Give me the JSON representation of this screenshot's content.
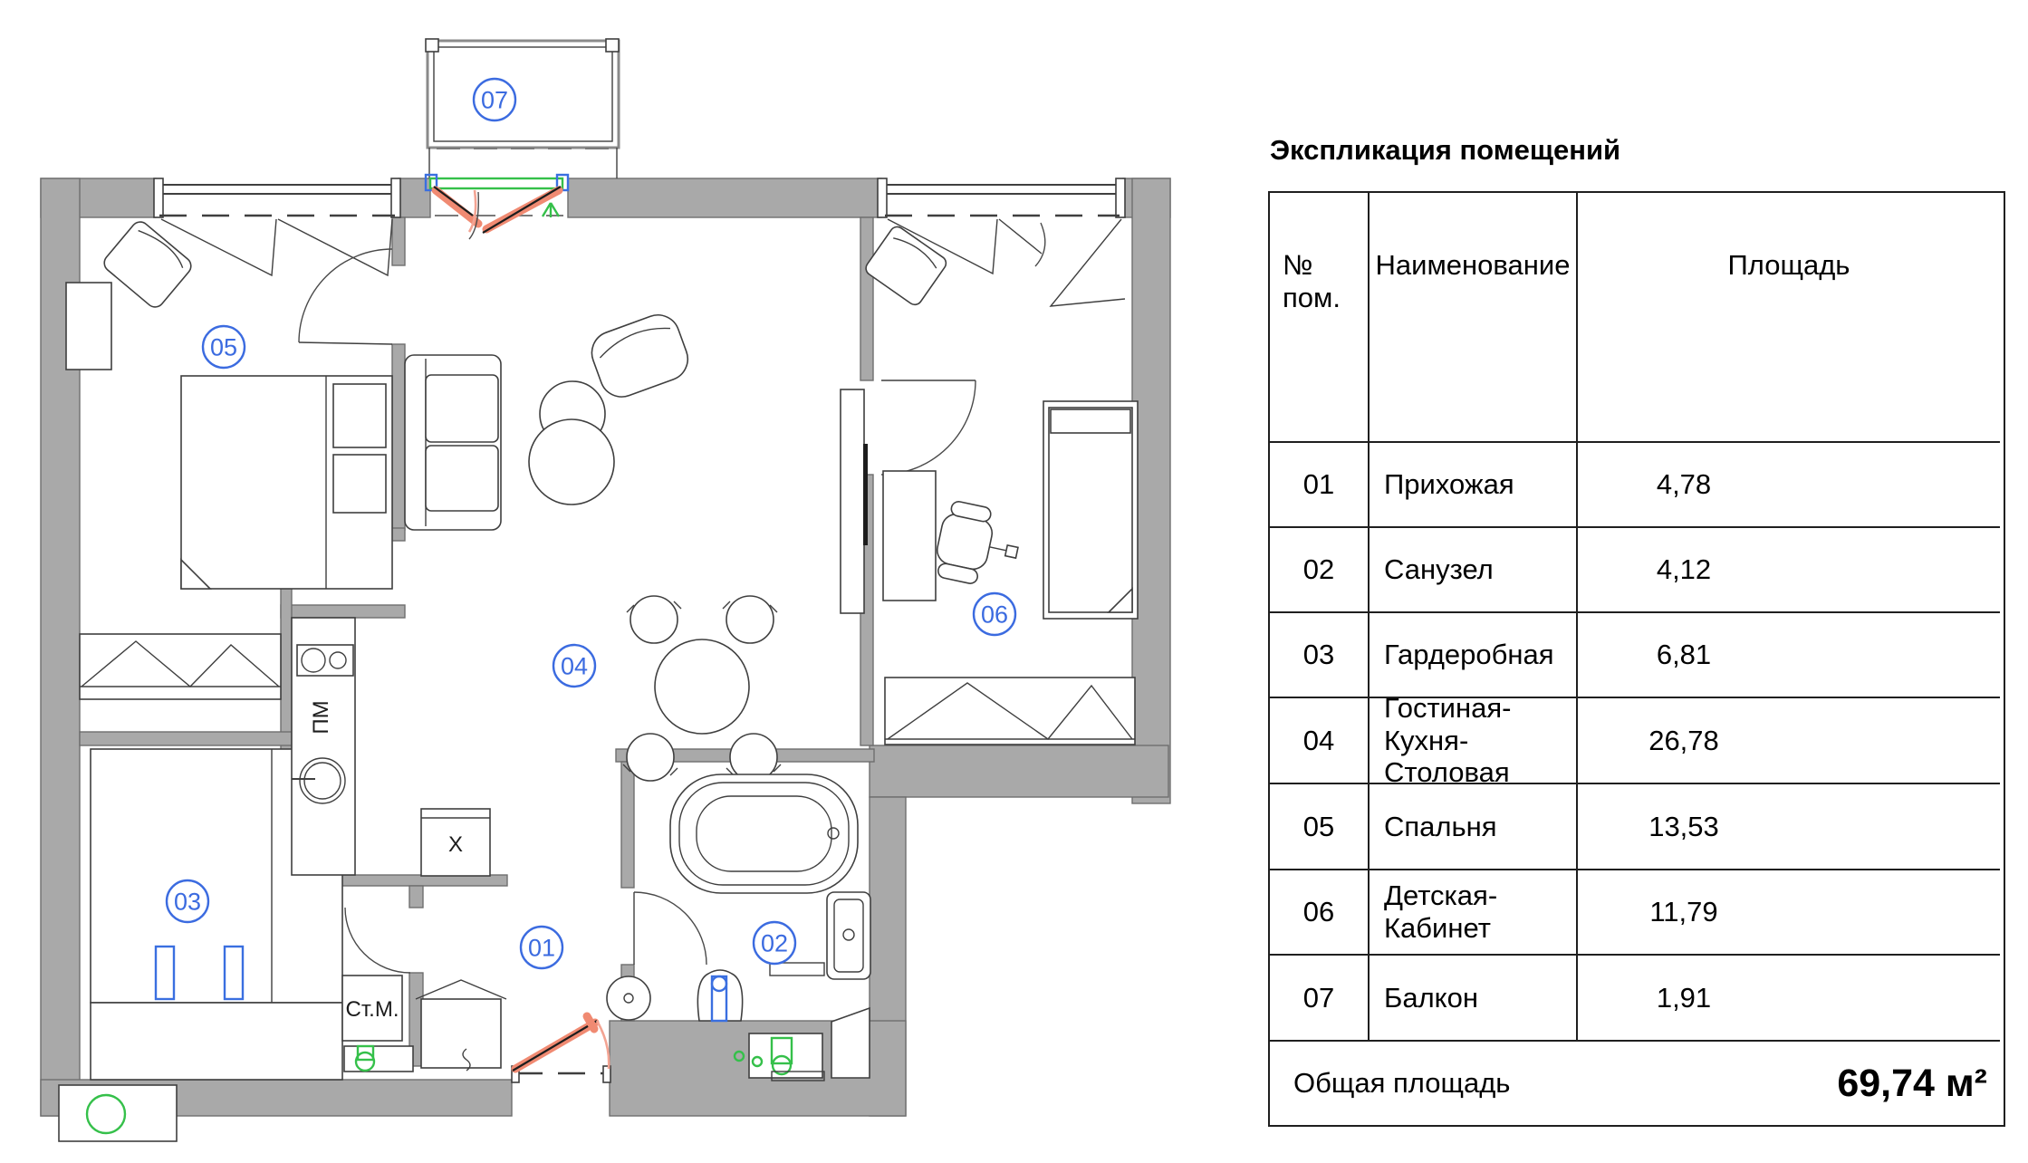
{
  "title": "Экспликация помещений",
  "plan": {
    "rooms": [
      {
        "num": "01",
        "name": "Прихожая"
      },
      {
        "num": "02",
        "name": "Санузел"
      },
      {
        "num": "03",
        "name": "Гардеробная"
      },
      {
        "num": "04",
        "name": "Гостиная-Кухня-Столовая"
      },
      {
        "num": "05",
        "name": "Спальня"
      },
      {
        "num": "06",
        "name": "Детская-Кабинет"
      },
      {
        "num": "07",
        "name": "Балкон"
      }
    ],
    "labels": {
      "dishwasher": "ПМ",
      "hob": "X",
      "washing_machine": "Ст.М."
    },
    "colors": {
      "wall": "#a9a9a9",
      "room_badge": "#3b6be0",
      "door_highlight": "#f08a72",
      "fixture_green": "#35c04a",
      "fixture_blue": "#3a6fe0"
    }
  },
  "table": {
    "headers": {
      "num": "№ пом.",
      "name": "Наименование",
      "area": "Площадь"
    },
    "rows": [
      {
        "num": "01",
        "name": "Прихожая",
        "area": "4,78"
      },
      {
        "num": "02",
        "name": "Санузел",
        "area": "4,12"
      },
      {
        "num": "03",
        "name": "Гардеробная",
        "area": "6,81"
      },
      {
        "num": "04",
        "name": "Гостиная-Кухня-Столовая",
        "area": "26,78"
      },
      {
        "num": "05",
        "name": "Спальня",
        "area": "13,53"
      },
      {
        "num": "06",
        "name": "Детская-Кабинет",
        "area": "11,79"
      },
      {
        "num": "07",
        "name": "Балкон",
        "area": "1,91"
      }
    ],
    "total": {
      "label": "Общая площадь",
      "value": "69,74 м²"
    }
  }
}
